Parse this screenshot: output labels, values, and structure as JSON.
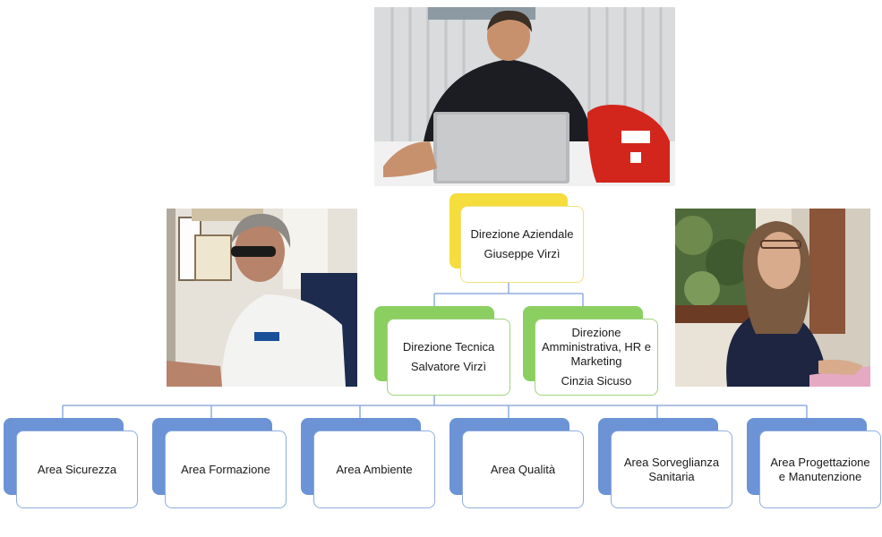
{
  "colors": {
    "top_accent": "#f4dd3c",
    "mid_accent": "#8bcf61",
    "area_accent": "#6b93d6",
    "connector": "#8fadde"
  },
  "photos": {
    "top": "man-with-laptop-photo",
    "left": "man-in-office-photo",
    "right": "woman-at-desk-photo"
  },
  "direzione_aziendale": {
    "title": "Direzione Aziendale",
    "person": "Giuseppe Virzì"
  },
  "direzione_tecnica": {
    "title": "Direzione Tecnica",
    "person": "Salvatore Virzì"
  },
  "direzione_amministrativa": {
    "title": "Direzione Amministrativa, HR e Marketing",
    "person": "Cinzia Sicuso"
  },
  "areas": [
    {
      "label": "Area Sicurezza"
    },
    {
      "label": "Area Formazione"
    },
    {
      "label": "Area Ambiente"
    },
    {
      "label": "Area Qualità"
    },
    {
      "label": "Area Sorveglianza Sanitaria"
    },
    {
      "label": "Area Progettazione e Manutenzione"
    }
  ]
}
